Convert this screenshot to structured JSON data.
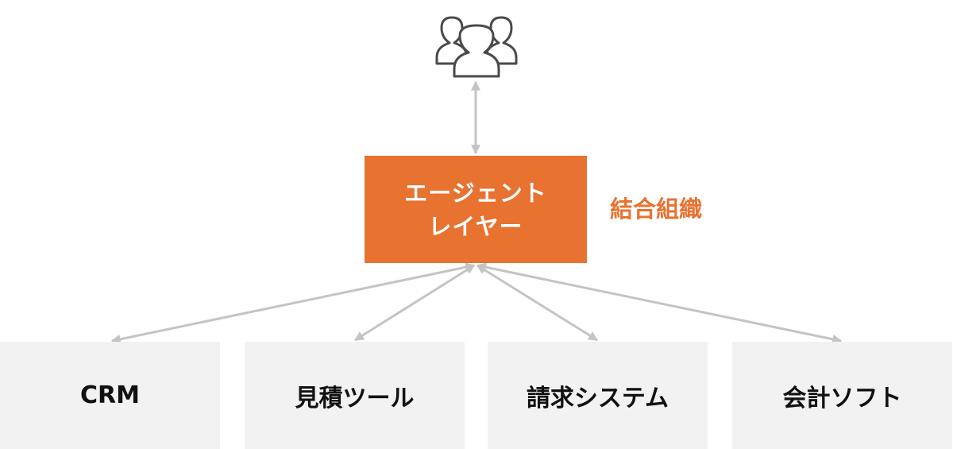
{
  "users": {
    "icon": "users-group-icon"
  },
  "agent_layer": {
    "line1": "エージェント",
    "line2": "レイヤー"
  },
  "org_label": "結合組織",
  "systems": [
    {
      "label": "CRM"
    },
    {
      "label": "見積ツール"
    },
    {
      "label": "請求システム"
    },
    {
      "label": "会計ソフト"
    }
  ],
  "colors": {
    "accent": "#e87230",
    "system_bg": "#f2f2f2",
    "arrow": "#c4c4c4",
    "icon": "#4a4a4a"
  }
}
